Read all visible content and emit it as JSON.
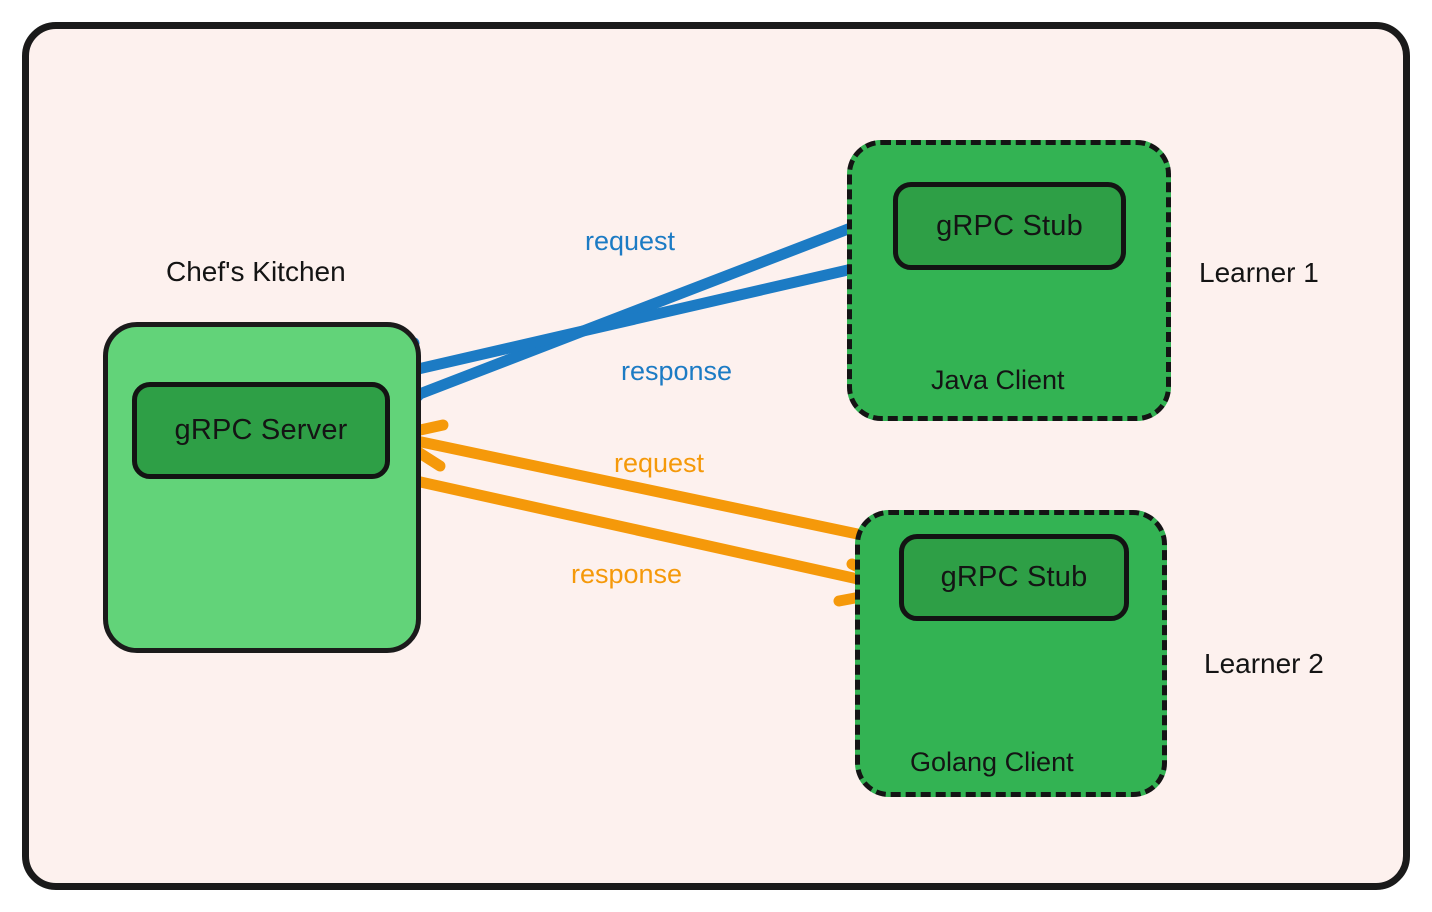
{
  "diagram": {
    "title": "gRPC server and clients communication diagram",
    "background_color": "#fdf1ee",
    "frame_border_color": "#1a1a1a",
    "colors": {
      "server_container_fill": "#62d379",
      "client_container_fill": "#33b353",
      "inner_node_fill": "#2e9f46",
      "request_response_blue": "#1c7bc4",
      "request_response_orange": "#f5990a",
      "stroke": "#141414"
    }
  },
  "server_group": {
    "title": "Chef's Kitchen",
    "node_label": "gRPC Server"
  },
  "clients": [
    {
      "outside_label": "Learner 1",
      "inside_label": "Java Client",
      "node_label": "gRPC Stub",
      "accent": "#1c7bc4"
    },
    {
      "outside_label": "Learner 2",
      "inside_label": "Golang Client",
      "node_label": "gRPC Stub",
      "accent": "#f5990a"
    }
  ],
  "edges": [
    {
      "label": "request",
      "color": "#1c7bc4",
      "from": "gRPC Server",
      "to": "gRPC Stub (Java Client)"
    },
    {
      "label": "response",
      "color": "#1c7bc4",
      "from": "gRPC Stub (Java Client)",
      "to": "gRPC Server"
    },
    {
      "label": "request",
      "color": "#f5990a",
      "from": "gRPC Stub (Golang Client)",
      "to": "gRPC Server"
    },
    {
      "label": "response",
      "color": "#f5990a",
      "from": "gRPC Server",
      "to": "gRPC Stub (Golang Client)"
    }
  ]
}
